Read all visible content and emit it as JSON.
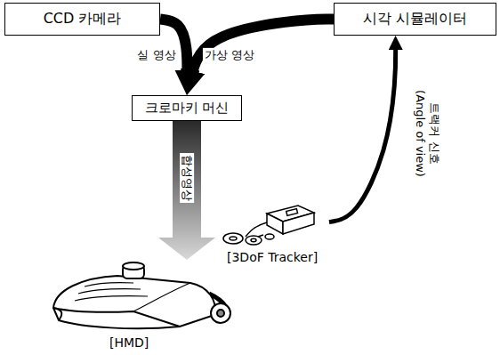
{
  "diagram": {
    "nodes": [
      {
        "text": [
          "CCD 카메라"
        ]
      },
      {
        "text": [
          "시각 시뮬레이터"
        ]
      },
      {
        "text": [
          "크로마키 머신"
        ]
      },
      {
        "text": [
          "[3DoF Tracker]"
        ]
      },
      {
        "text": [
          "[HMD]"
        ]
      }
    ],
    "edges": [
      {
        "from": 0,
        "to": 2,
        "arrow": "to",
        "label": "실 영상"
      },
      {
        "from": 1,
        "to": 2,
        "arrow": "to",
        "label": "가상 영상"
      },
      {
        "from": 2,
        "to": 4,
        "arrow": "to",
        "label": "합성영상"
      },
      {
        "from": 3,
        "to": 1,
        "arrow": "to",
        "label": "트랙커 신호 (Angle of view)"
      }
    ]
  }
}
